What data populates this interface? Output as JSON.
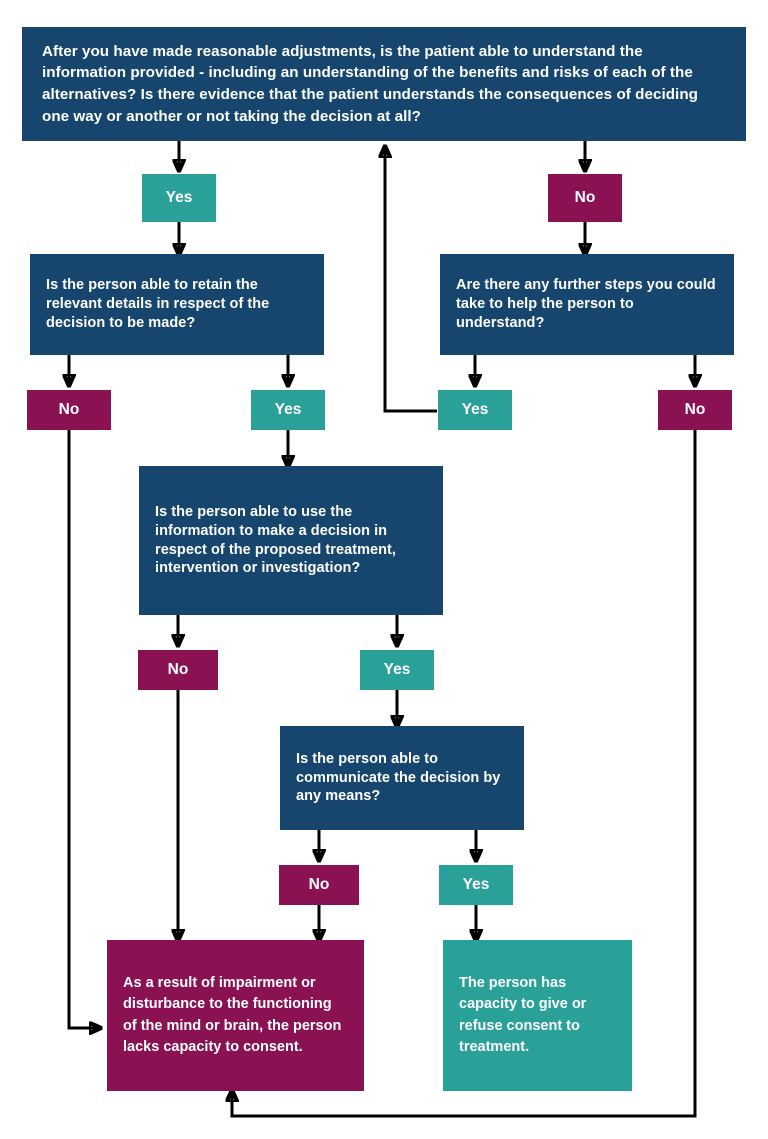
{
  "diagram": {
    "title": "Mental capacity assessment flowchart",
    "colors": {
      "question_blue": "#16466E",
      "yes_teal": "#2AA198",
      "no_magenta": "#8A1253",
      "connector_black": "#000000",
      "background": "#FFFFFF",
      "text_white": "#FFFFFF"
    },
    "nodes": {
      "q_understand": "After you have made reasonable adjustments, is the patient able to understand the information provided - including an understanding of the benefits and risks of each of the alternatives? Is there evidence that the patient understands the consequences of deciding one way or another or not taking the decision at all?",
      "q_retain": "Is the person able to retain the relevant details in respect of the decision to be made?",
      "q_further_steps": "Are there any further steps you could take to help the person to understand?",
      "q_use_info": "Is the person able to use the information to make a decision in respect of the proposed treatment, intervention or investigation?",
      "q_communicate": "Is the person able to communicate the decision by any means?",
      "outcome_lacks_capacity": "As a result of impairment or disturbance to the functioning of the mind or brain, the person lacks capacity to consent.",
      "outcome_has_capacity": "The person has capacity to give or refuse consent to treatment."
    },
    "labels": {
      "yes": "Yes",
      "no": "No"
    },
    "chips": [
      {
        "id": "chip-understand-yes",
        "label": "Yes",
        "kind": "yes"
      },
      {
        "id": "chip-understand-no",
        "label": "No",
        "kind": "no"
      },
      {
        "id": "chip-retain-no",
        "label": "No",
        "kind": "no"
      },
      {
        "id": "chip-retain-yes",
        "label": "Yes",
        "kind": "yes"
      },
      {
        "id": "chip-further-yes",
        "label": "Yes",
        "kind": "yes"
      },
      {
        "id": "chip-further-no",
        "label": "No",
        "kind": "no"
      },
      {
        "id": "chip-useinfo-no",
        "label": "No",
        "kind": "no"
      },
      {
        "id": "chip-useinfo-yes",
        "label": "Yes",
        "kind": "yes"
      },
      {
        "id": "chip-communicate-no",
        "label": "No",
        "kind": "no"
      },
      {
        "id": "chip-communicate-yes",
        "label": "Yes",
        "kind": "yes"
      }
    ],
    "edges": [
      {
        "from": "q_understand",
        "to": "chip-understand-yes",
        "label": "Yes"
      },
      {
        "from": "q_understand",
        "to": "chip-understand-no",
        "label": "No"
      },
      {
        "from": "chip-understand-yes",
        "to": "q_retain",
        "label": ""
      },
      {
        "from": "chip-understand-no",
        "to": "q_further_steps",
        "label": ""
      },
      {
        "from": "q_retain",
        "to": "chip-retain-no",
        "label": "No"
      },
      {
        "from": "q_retain",
        "to": "chip-retain-yes",
        "label": "Yes"
      },
      {
        "from": "q_further_steps",
        "to": "chip-further-yes",
        "label": "Yes"
      },
      {
        "from": "q_further_steps",
        "to": "chip-further-no",
        "label": "No"
      },
      {
        "from": "chip-further-yes",
        "to": "q_understand",
        "label": ""
      },
      {
        "from": "chip-retain-yes",
        "to": "q_use_info",
        "label": ""
      },
      {
        "from": "chip-retain-no",
        "to": "outcome_lacks_capacity",
        "label": ""
      },
      {
        "from": "q_use_info",
        "to": "chip-useinfo-no",
        "label": "No"
      },
      {
        "from": "q_use_info",
        "to": "chip-useinfo-yes",
        "label": "Yes"
      },
      {
        "from": "chip-useinfo-no",
        "to": "outcome_lacks_capacity",
        "label": ""
      },
      {
        "from": "chip-useinfo-yes",
        "to": "q_communicate",
        "label": ""
      },
      {
        "from": "q_communicate",
        "to": "chip-communicate-no",
        "label": "No"
      },
      {
        "from": "q_communicate",
        "to": "chip-communicate-yes",
        "label": "Yes"
      },
      {
        "from": "chip-communicate-no",
        "to": "outcome_lacks_capacity",
        "label": ""
      },
      {
        "from": "chip-communicate-yes",
        "to": "outcome_has_capacity",
        "label": ""
      },
      {
        "from": "chip-further-no",
        "to": "outcome_lacks_capacity",
        "label": ""
      }
    ]
  }
}
